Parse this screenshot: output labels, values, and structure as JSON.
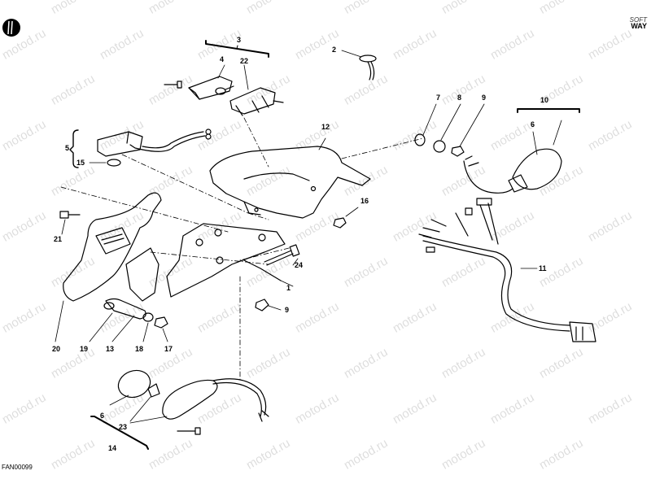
{
  "drawing_code": "FAN00099",
  "watermark_text": "motod.ru",
  "logo": {
    "line1": "SOFT",
    "line2": "WAY"
  },
  "callouts": {
    "c1": "1",
    "c2": "2",
    "c3": "3",
    "c4": "4",
    "c5": "5",
    "c6a": "6",
    "c6b": "6",
    "c7": "7",
    "c8": "8",
    "c9a": "9",
    "c9b": "9",
    "c10": "10",
    "c11": "11",
    "c12": "12",
    "c13": "13",
    "c14": "14",
    "c15": "15",
    "c16": "16",
    "c17": "17",
    "c18": "18",
    "c19": "19",
    "c20": "20",
    "c21": "21",
    "c22": "22",
    "c23": "23",
    "c24": "24"
  },
  "colors": {
    "line": "#000000",
    "watermark": "#000000",
    "background": "#ffffff"
  }
}
